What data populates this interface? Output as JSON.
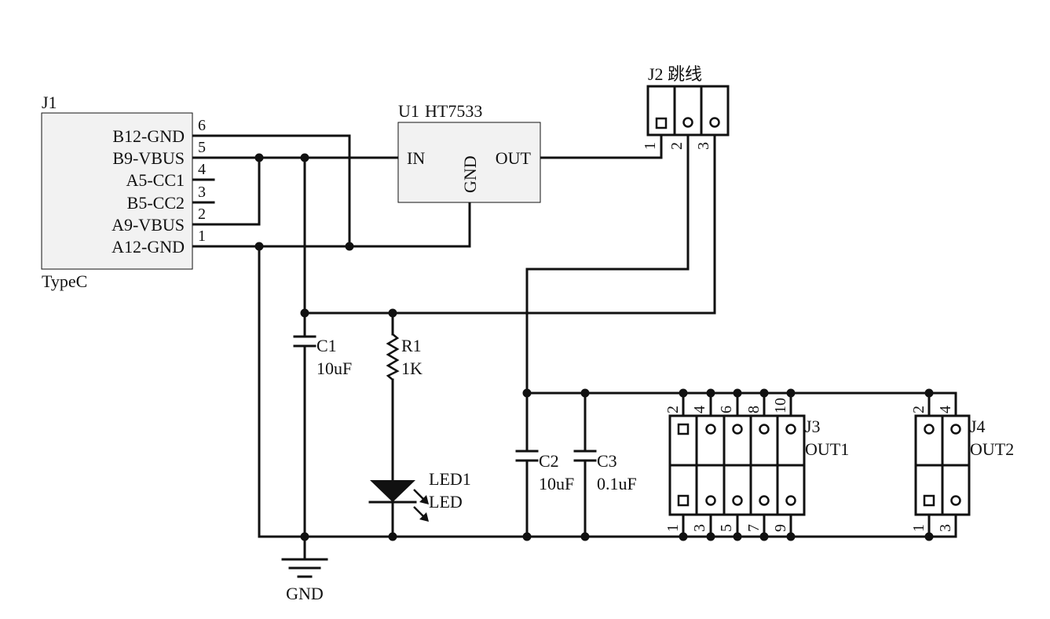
{
  "j1": {
    "ref": "J1",
    "value": "TypeC",
    "pins": [
      {
        "num": "6",
        "name": "B12-GND"
      },
      {
        "num": "5",
        "name": "B9-VBUS"
      },
      {
        "num": "4",
        "name": "A5-CC1"
      },
      {
        "num": "3",
        "name": "B5-CC2"
      },
      {
        "num": "2",
        "name": "A9-VBUS"
      },
      {
        "num": "1",
        "name": "A12-GND"
      }
    ]
  },
  "u1": {
    "ref": "U1",
    "value": "HT7533",
    "pin_in": "IN",
    "pin_gnd": "GND",
    "pin_out": "OUT"
  },
  "j2": {
    "label": "J2 跳线",
    "pins": [
      "1",
      "2",
      "3"
    ]
  },
  "c1": {
    "ref": "C1",
    "value": "10uF"
  },
  "r1": {
    "ref": "R1",
    "value": "1K"
  },
  "led1": {
    "ref": "LED1",
    "value": "LED"
  },
  "c2": {
    "ref": "C2",
    "value": "10uF"
  },
  "c3": {
    "ref": "C3",
    "value": "0.1uF"
  },
  "j3": {
    "ref": "J3",
    "value": "OUT1",
    "top_pins": [
      "2",
      "4",
      "6",
      "8",
      "10"
    ],
    "bottom_pins": [
      "1",
      "3",
      "5",
      "7",
      "9"
    ]
  },
  "j4": {
    "ref": "J4",
    "value": "OUT2",
    "top_pins": [
      "2",
      "4"
    ],
    "bottom_pins": [
      "1",
      "3"
    ]
  },
  "gnd": {
    "label": "GND"
  }
}
